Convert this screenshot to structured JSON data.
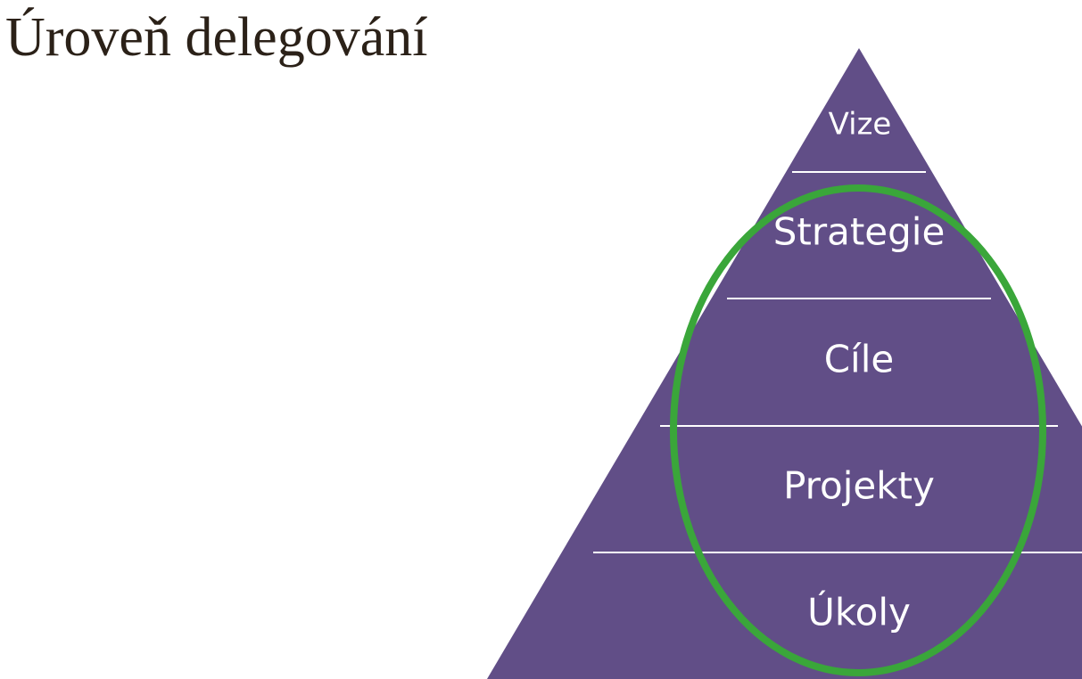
{
  "title": "Úroveň delegování",
  "colors": {
    "pyramid": "#614e87",
    "divider": "#ffffff",
    "highlight": "#3aa63a",
    "title_text": "#2b2118",
    "label_text": "#ffffff"
  },
  "pyramid": {
    "levels": [
      {
        "label": "Vize"
      },
      {
        "label": "Strategie"
      },
      {
        "label": "Cíle"
      },
      {
        "label": "Projekty"
      },
      {
        "label": "Úkoly"
      }
    ],
    "highlighted_levels": [
      "Strategie",
      "Cíle",
      "Projekty",
      "Úkoly"
    ]
  }
}
